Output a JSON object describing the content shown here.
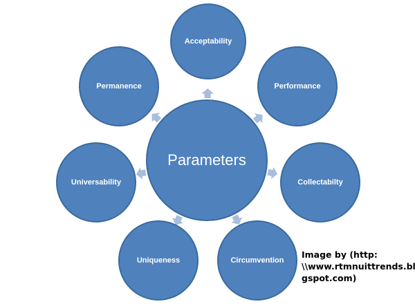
{
  "diagram": {
    "center_label": "Parameters",
    "nodes": [
      "Acceptability",
      "Performance",
      "Collectabilty",
      "Circumvention",
      "Uniqueness",
      "Universability",
      "Permanence"
    ],
    "colors": {
      "circle_fill": "#4f81bd",
      "circle_border": "#3a6a9e",
      "arrow": "#a8bedd"
    }
  },
  "credit": {
    "lines": [
      "Image by (http:",
      "\\\\www.rtmnuittrends.blo",
      "gspot.com)"
    ]
  }
}
